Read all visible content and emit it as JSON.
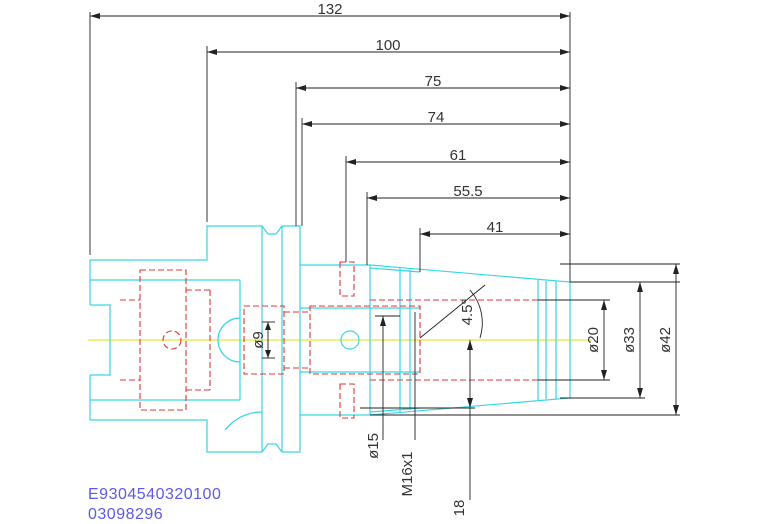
{
  "drawing": {
    "dimensions": {
      "d132": "132",
      "d100": "100",
      "d75": "75",
      "d74": "74",
      "d61": "61",
      "d55_5": "55.5",
      "d41": "41",
      "phi20": "ø20",
      "phi33": "ø33",
      "phi42": "ø42",
      "phi9": "ø9",
      "phi15": "ø15",
      "m16": "M16x1",
      "d18": "18",
      "angle": "4.5°"
    },
    "codes": {
      "line1": "E9304540320100",
      "line2": "03098296"
    },
    "colors": {
      "outline": "#36d6e6",
      "hidden": "#e63333",
      "centerline": "#e6e633",
      "dimension": "#222222",
      "code_text": "#5a5ae6"
    }
  }
}
